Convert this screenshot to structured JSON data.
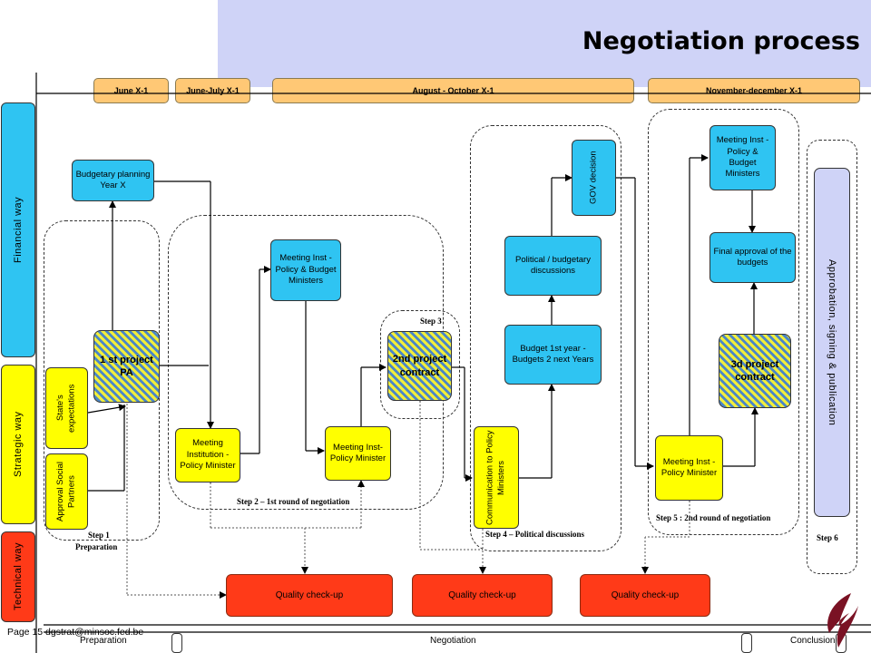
{
  "title": "Negotiation process",
  "timeline": [
    "June X-1",
    "June-July X-1",
    "August - October X-1",
    "November-december X-1"
  ],
  "lanes": {
    "financial": "Financial way",
    "strategic": "Strategic way",
    "technical": "Technical way"
  },
  "nodes": {
    "budgetary": "Budgetary planning Year X",
    "project1": "1 st project PA",
    "states": "State's expectations",
    "approval": "Approval Social Partners",
    "meeting_inst_pol_budget_1": "Meeting Inst - Policy & Budget Ministers",
    "meeting_institution_policy": "Meeting Institution - Policy Minister",
    "meeting_inst_policy_1": "Meeting Inst-Policy Minister",
    "project2": "2nd project contract",
    "communication": "Communication to Policy Ministers",
    "budget_1st": "Budget 1st year - Budgets 2 next Years",
    "political": "Political / budgetary discussions",
    "gov": "GOV decision",
    "meeting_inst_pol_budget_2": "Meeting Inst - Policy & Budget Ministers",
    "final_approval": "Final approval of the budgets",
    "project3": "3d project contract",
    "meeting_inst_policy_2": "Meeting Inst - Policy Minister",
    "approbation": "Approbation, signing & publication"
  },
  "steps": {
    "s1a": "Step 1",
    "s1b": "Preparation",
    "s2": "Step 2 – 1st round of negotiation",
    "s3": "Step 3",
    "s4": "Step 4 – Political discussions",
    "s5": "Step 5 : 2nd round of negotiation",
    "s6": "Step 6"
  },
  "quality": [
    "Quality check-up",
    "Quality check-up",
    "Quality check-up"
  ],
  "footer": {
    "page": "Page 15 dgstrat@minsoc.fed.be",
    "preparation": "Preparation",
    "negotiation": "Negotiation",
    "conclusion": "Conclusion"
  },
  "colors": {
    "cyan": "#2fc4f2",
    "yellow": "#ffff00",
    "quality": "#ff3a18",
    "timeline": "#ffc875",
    "approbation": "#cfd3f7",
    "header": "#cfd3f7"
  }
}
